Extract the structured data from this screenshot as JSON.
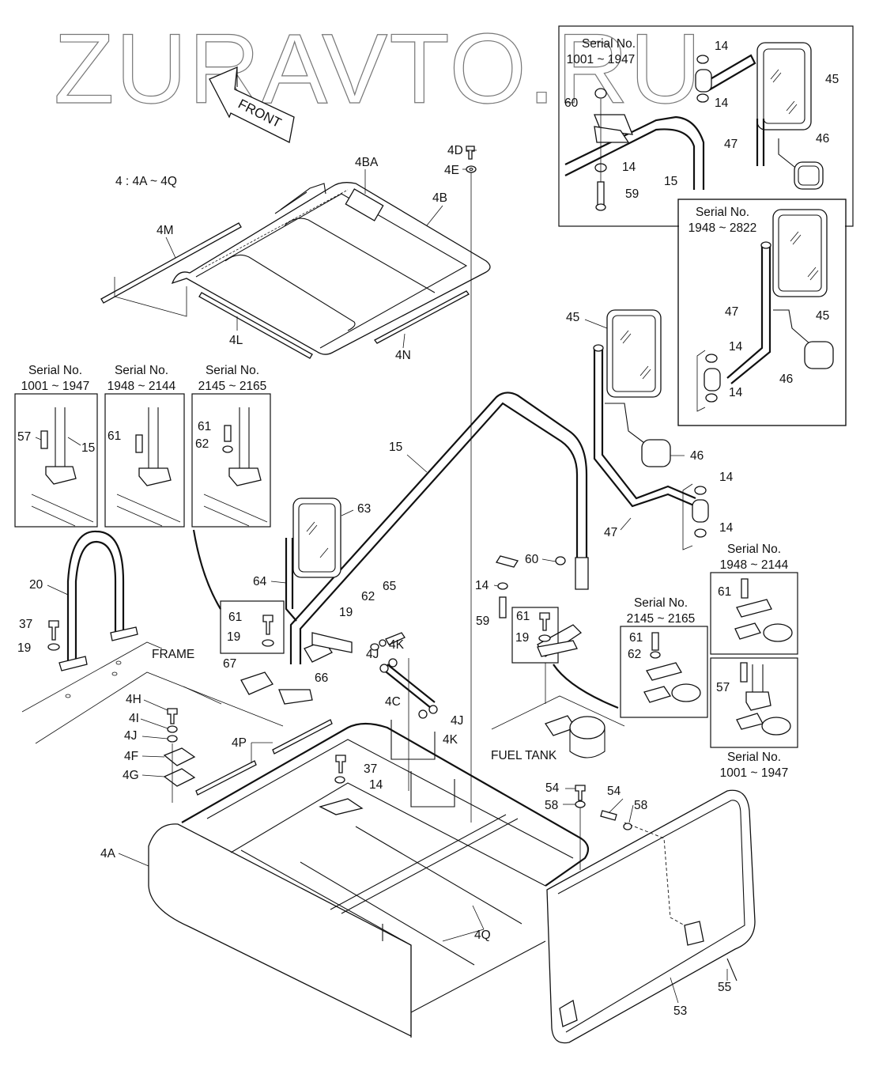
{
  "watermark": "ZURAVTO.RU",
  "front_arrow_label": "FRONT",
  "group_note": "4 : 4A ~ 4Q",
  "reference_labels": {
    "frame": "FRAME",
    "fuel_tank": "FUEL TANK"
  },
  "insets": [
    {
      "id": "mirror-1001-1947",
      "title": "Serial No.",
      "range": "1001 ~ 1947",
      "parts": [
        "14",
        "14",
        "45",
        "60",
        "47",
        "46",
        "14",
        "15",
        "59"
      ]
    },
    {
      "id": "mirror-1948-2822",
      "title": "Serial No.",
      "range": "1948 ~ 2822",
      "parts": [
        "47",
        "45",
        "14",
        "14",
        "46"
      ]
    },
    {
      "id": "post-1001-1947",
      "title": "Serial No.",
      "range": "1001 ~ 1947",
      "parts": [
        "57",
        "15"
      ]
    },
    {
      "id": "post-1948-2144",
      "title": "Serial No.",
      "range": "1948 ~ 2144",
      "parts": [
        "61"
      ]
    },
    {
      "id": "post-2145-2165",
      "title": "Serial No.",
      "range": "2145 ~ 2165",
      "parts": [
        "61",
        "62"
      ]
    },
    {
      "id": "clamp-detail",
      "title": "",
      "range": "",
      "parts": [
        "61",
        "19"
      ]
    },
    {
      "id": "bracket-detail",
      "title": "",
      "range": "",
      "parts": [
        "61",
        "19"
      ]
    },
    {
      "id": "tank-2145-2165",
      "title": "Serial No.",
      "range": "2145 ~ 2165",
      "parts": [
        "61",
        "62"
      ]
    },
    {
      "id": "tank-1948-2144",
      "title": "Serial No.",
      "range": "1948 ~ 2144",
      "parts": [
        "61"
      ]
    },
    {
      "id": "tank-1001-1947",
      "title": "Serial No.",
      "range": "1001 ~ 1947",
      "parts": [
        "57"
      ]
    }
  ],
  "callouts": {
    "c4D": "4D",
    "c4E": "4E",
    "c4BA": "4BA",
    "c4B": "4B",
    "c4M": "4M",
    "c4L": "4L",
    "c4N": "4N",
    "c15a": "15",
    "c45a": "45",
    "c46a": "46",
    "c47a": "47",
    "c14a": "14",
    "c14b": "14",
    "c63": "63",
    "c64": "64",
    "c65": "65",
    "c62": "62",
    "c19a": "19",
    "c61a": "61",
    "c19b": "19",
    "c66": "66",
    "c67": "67",
    "c20": "20",
    "c37a": "37",
    "c19c": "19",
    "c4H": "4H",
    "c4I": "4I",
    "c4Ja": "4J",
    "c4F": "4F",
    "c4G": "4G",
    "c4P": "4P",
    "c4Jb": "4J",
    "c4Ka": "4K",
    "c4C": "4C",
    "c4Jc": "4J",
    "c4Kb": "4K",
    "c37b": "37",
    "c14c": "14",
    "c60": "60",
    "c14d": "14",
    "c59": "59",
    "c61b": "61",
    "c19d": "19",
    "c54a": "54",
    "c58a": "58",
    "c54b": "54",
    "c58b": "58",
    "c4A": "4A",
    "c4Q": "4Q",
    "c53": "53",
    "c55": "55",
    "i1_14a": "14",
    "i1_14b": "14",
    "i1_45": "45",
    "i1_60": "60",
    "i1_47": "47",
    "i1_46": "46",
    "i1_14c": "14",
    "i1_15": "15",
    "i1_59": "59",
    "i2_47": "47",
    "i2_45": "45",
    "i2_14a": "14",
    "i2_14b": "14",
    "i2_46": "46",
    "p1_57": "57",
    "p1_15": "15",
    "p2_61": "61",
    "p3_61": "61",
    "p3_62": "62",
    "t1_61": "61",
    "t1_62": "62",
    "t2_61": "61",
    "t3_57": "57"
  }
}
